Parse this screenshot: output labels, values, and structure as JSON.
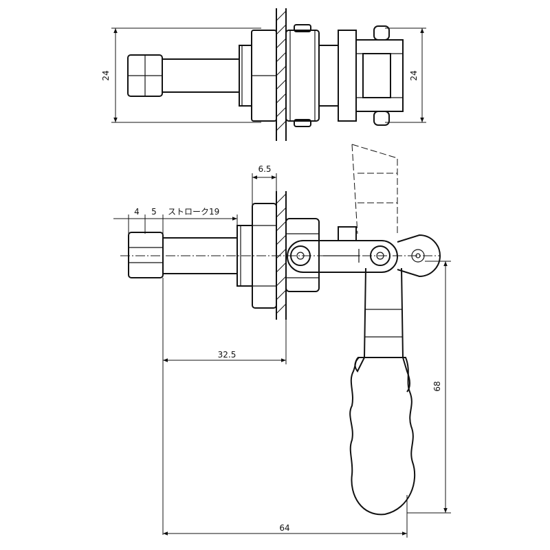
{
  "top_view": {
    "dim_left_height": "24",
    "dim_right_height": "24"
  },
  "side_view": {
    "dim_plate_thickness": "6.5",
    "dim_a": "4",
    "dim_b": "5",
    "dim_stroke": "ストローク19",
    "dim_plunger_to_plate": "32.5",
    "dim_handle_height": "68",
    "dim_overall_length": "64"
  }
}
